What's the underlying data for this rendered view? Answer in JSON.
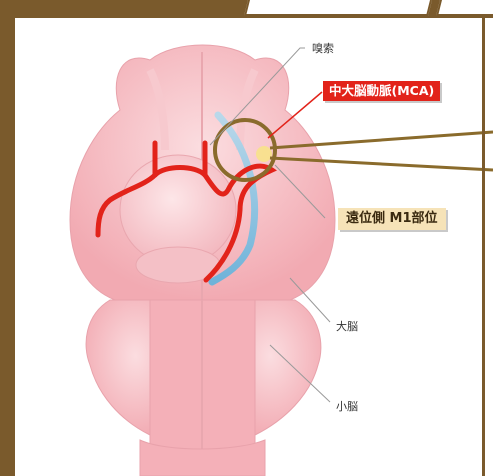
{
  "labels": {
    "olfactory_bulb": "嗅索",
    "mca": "中大脳動脈(MCA)",
    "distal_m1": "遠位側 M1部位",
    "cerebrum": "大脳",
    "cerebellum": "小脳"
  },
  "colors": {
    "frame": "#7a5a2c",
    "brain_fill": "#f4b6bd",
    "brain_light": "#f9d3d7",
    "artery_red": "#e2231a",
    "vessel_blue": "#6fb3d9",
    "highlight_ring": "#8a6b2c",
    "mca_badge": "#e2231a",
    "m1_badge": "#f6e3b8"
  }
}
